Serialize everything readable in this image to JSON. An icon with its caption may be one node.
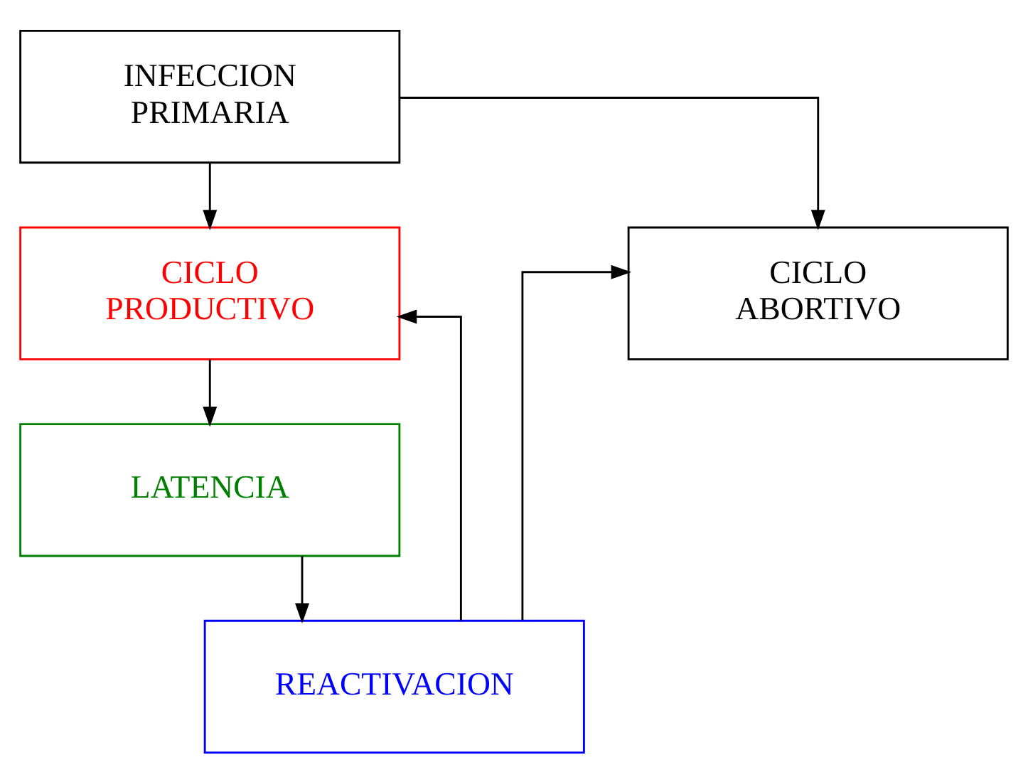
{
  "diagram": {
    "nodes": [
      {
        "text": [
          "INFECCION PRIMARIA"
        ]
      },
      {
        "text": [
          "CICLO PRODUCTIVO"
        ]
      },
      {
        "text": [
          "LATENCIA"
        ]
      },
      {
        "text": [
          "REACTIVACION"
        ]
      },
      {
        "text": [
          "CICLO ABORTIVO"
        ]
      }
    ],
    "edges": [
      {
        "from": 0,
        "to": 4,
        "arrow": "to"
      },
      {
        "from": 0,
        "to": 1,
        "arrow": "to"
      },
      {
        "from": 1,
        "to": 2,
        "arrow": "to"
      },
      {
        "from": 2,
        "to": 3,
        "arrow": "to"
      },
      {
        "from": 3,
        "to": 4,
        "arrow": "to"
      },
      {
        "from": 3,
        "to": 1,
        "arrow": "to"
      }
    ]
  }
}
